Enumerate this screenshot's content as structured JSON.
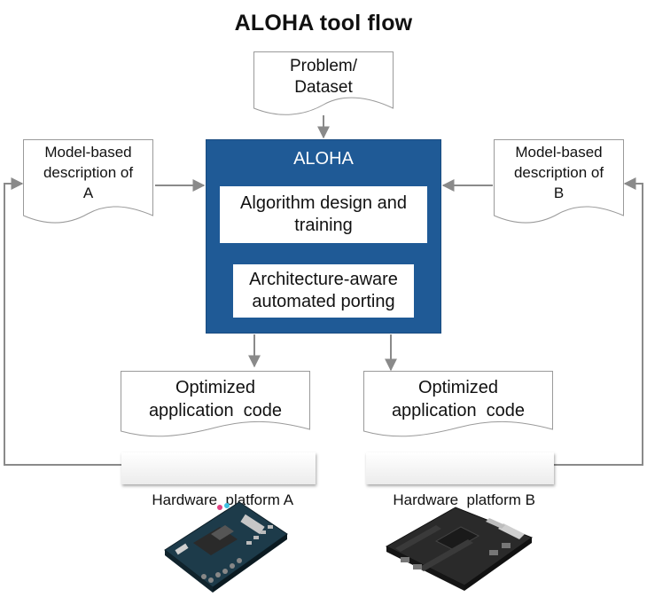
{
  "title": "ALOHA tool flow",
  "problem_dataset": [
    "Problem/",
    "Dataset"
  ],
  "model_a": [
    "Model-based",
    "description of",
    "A"
  ],
  "model_b": [
    "Model-based",
    "description of",
    "B"
  ],
  "aloha": {
    "title": "ALOHA",
    "algorithm": [
      "Algorithm design and",
      "training"
    ],
    "porting": [
      "Architecture-aware",
      "automated porting"
    ]
  },
  "code_a": [
    "Optimized",
    "application  code"
  ],
  "code_b": [
    "Optimized",
    "application  code"
  ],
  "hardware_a": "Hardware  platform A",
  "hardware_b": "Hardware  platform B",
  "colors": {
    "aloha_block": "#1f5a96",
    "arrow": "#8a8a8a",
    "doc_border": "#9a9a9a"
  },
  "images": {
    "board_a": "fpga-board-photo",
    "board_b": "embedded-board-photo"
  }
}
